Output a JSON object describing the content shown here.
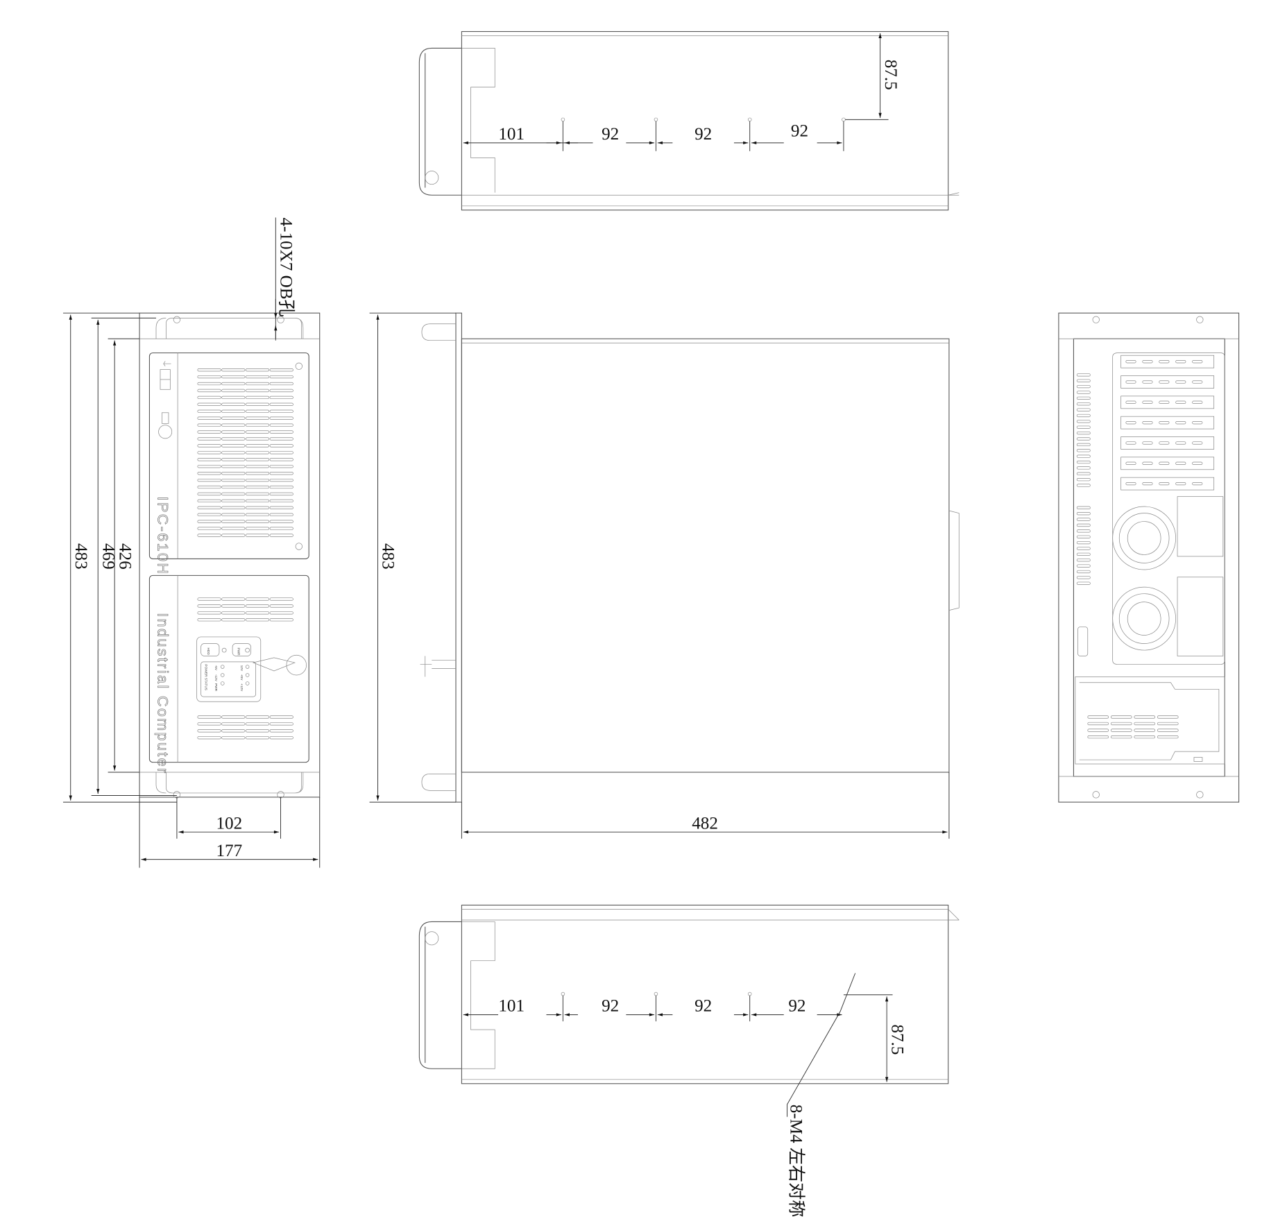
{
  "top_view": {
    "dims": [
      "101",
      "92",
      "92",
      "92"
    ],
    "height_dim": "87.5"
  },
  "bottom_view": {
    "dims": [
      "101",
      "92",
      "92",
      "92"
    ],
    "height_dim": "87.5",
    "note": "8-M4 左右对称"
  },
  "front_view": {
    "hole_note": "4-10X7 OB孔",
    "model": "IPC-610H",
    "brand_text": "Industrial Computer",
    "buttons": [
      "HDD",
      "PWR"
    ],
    "status_title": "POWER STATUS",
    "status_left": [
      "-5V",
      "-12V",
      "PWR"
    ],
    "status_right": [
      "12V",
      "+5V",
      "+12V"
    ],
    "dims": {
      "height_outer": "483",
      "height_mid": "469",
      "height_inner": "426",
      "hole_spacing": "102",
      "width": "177"
    }
  },
  "side_view": {
    "dims": {
      "height": "483",
      "depth": "482"
    }
  },
  "colors": {
    "line": "#555555",
    "text": "#111111"
  }
}
